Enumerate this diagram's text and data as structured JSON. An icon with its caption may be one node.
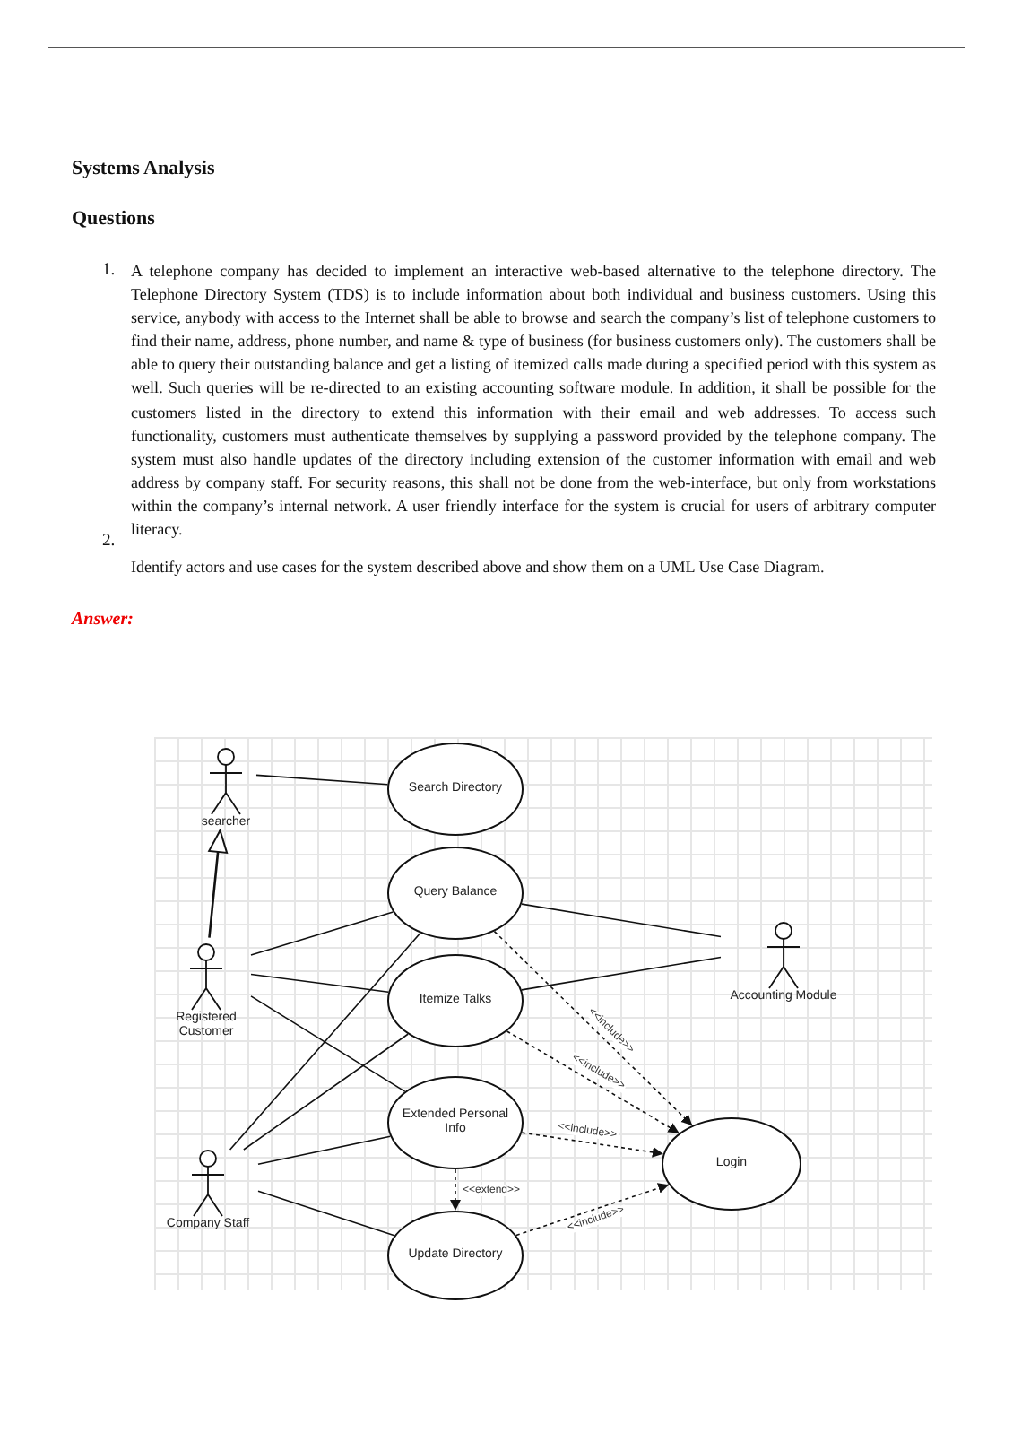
{
  "diagram": {
    "nodes": [
      {
        "text": [
          "searcher"
        ]
      },
      {
        "text": [
          "Search Directory"
        ]
      },
      {
        "text": [
          "Query Balance"
        ]
      },
      {
        "text": [
          "Registered Customer"
        ]
      },
      {
        "text": [
          "Itemize Talks"
        ]
      },
      {
        "text": [
          "Accounting Module"
        ]
      },
      {
        "text": [
          "Extended Personal Info"
        ]
      },
      {
        "text": [
          "Login"
        ]
      },
      {
        "text": [
          "Company Staff"
        ]
      },
      {
        "text": [
          "Update Directory"
        ]
      }
    ],
    "edges": [
      {
        "from": 0,
        "to": 1,
        "arrow": "none"
      },
      {
        "from": 3,
        "to": 0,
        "arrow": "to"
      },
      {
        "from": 3,
        "to": 2,
        "arrow": "none"
      },
      {
        "from": 3,
        "to": 4,
        "arrow": "none"
      },
      {
        "from": 3,
        "to": 6,
        "arrow": "none"
      },
      {
        "from": 8,
        "to": 2,
        "arrow": "none"
      },
      {
        "from": 8,
        "to": 4,
        "arrow": "none"
      },
      {
        "from": 8,
        "to": 6,
        "arrow": "none"
      },
      {
        "from": 8,
        "to": 9,
        "arrow": "none"
      },
      {
        "from": 2,
        "to": 5,
        "arrow": "none"
      },
      {
        "from": 4,
        "to": 5,
        "arrow": "none"
      },
      {
        "from": 2,
        "to": 7,
        "arrow": "to",
        "style": "dashed",
        "label": "<<include>>"
      },
      {
        "from": 4,
        "to": 7,
        "arrow": "to",
        "style": "dashed",
        "label": "<<include>>"
      },
      {
        "from": 6,
        "to": 7,
        "arrow": "to",
        "style": "dashed",
        "label": "<<include>>"
      },
      {
        "from": 9,
        "to": 7,
        "arrow": "to",
        "style": "dashed",
        "label": "<<include>>"
      },
      {
        "from": 6,
        "to": 9,
        "arrow": "to",
        "style": "dashed",
        "label": "<<extend>>"
      }
    ],
    "labels": [
      "Systems Analysis",
      "Questions",
      "1.",
      "A telephone company has decided to implement an interactive web-based alternative to the telephone directory. The Telephone Directory System (TDS) is to include information about both individual and business customers. Using this service, anybody with access to the Internet shall be able to browse and search the company’s list of telephone customers to find their name, address, phone number, and name & type of business (for business customers only). The customers shall be able to query their outstanding balance and get a listing of itemized calls made during a specified period with this system as well. Such queries will be re-directed to an existing accounting software module. In addition, it shall be possible for the customers listed in the directory to extend this information with their email and web addresses. To access such functionality, customers must authenticate themselves by supplying a password provided by the telephone company. The system must also handle updates of the directory including extension of the customer information with email and web address by company staff. For security reasons, this shall not be done from the web-interface, but only from workstations within the company’s internal network. A user friendly interface for the system is crucial for users of arbitrary computer literacy.",
      "2.",
      "Identify actors and use cases for the system described above and show them on a UML Use Case Diagram.",
      "Answer:"
    ]
  }
}
